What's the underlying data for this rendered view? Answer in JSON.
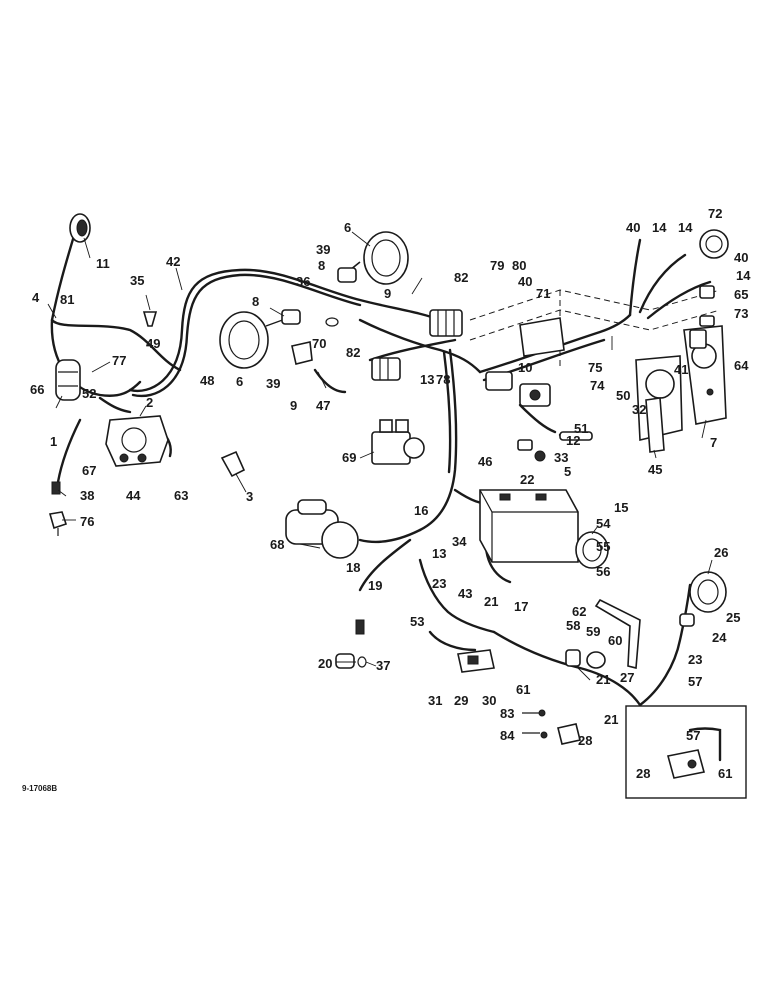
{
  "diagram": {
    "reference_code": "9-17068B",
    "callouts": [
      {
        "id": "c1",
        "text": "11"
      },
      {
        "id": "c2",
        "text": "4"
      },
      {
        "id": "c3",
        "text": "81"
      },
      {
        "id": "c4",
        "text": "35"
      },
      {
        "id": "c5",
        "text": "42"
      },
      {
        "id": "c6",
        "text": "77"
      },
      {
        "id": "c7",
        "text": "49"
      },
      {
        "id": "c8",
        "text": "52"
      },
      {
        "id": "c9",
        "text": "66"
      },
      {
        "id": "c10",
        "text": "48"
      },
      {
        "id": "c11",
        "text": "2"
      },
      {
        "id": "c12",
        "text": "1"
      },
      {
        "id": "c13",
        "text": "67"
      },
      {
        "id": "c14",
        "text": "44"
      },
      {
        "id": "c15",
        "text": "63"
      },
      {
        "id": "c16",
        "text": "3"
      },
      {
        "id": "c17",
        "text": "38"
      },
      {
        "id": "c18",
        "text": "76"
      },
      {
        "id": "c19",
        "text": "6"
      },
      {
        "id": "c20",
        "text": "39"
      },
      {
        "id": "c21",
        "text": "8"
      },
      {
        "id": "c22",
        "text": "36"
      },
      {
        "id": "c23",
        "text": "9"
      },
      {
        "id": "c24",
        "text": "82"
      },
      {
        "id": "c25",
        "text": "8"
      },
      {
        "id": "c26",
        "text": "70"
      },
      {
        "id": "c27",
        "text": "6"
      },
      {
        "id": "c28",
        "text": "39"
      },
      {
        "id": "c29",
        "text": "82"
      },
      {
        "id": "c30",
        "text": "9"
      },
      {
        "id": "c31",
        "text": "47"
      },
      {
        "id": "c32",
        "text": "13"
      },
      {
        "id": "c33",
        "text": "78"
      },
      {
        "id": "c34",
        "text": "79"
      },
      {
        "id": "c35",
        "text": "80"
      },
      {
        "id": "c36",
        "text": "40"
      },
      {
        "id": "c37",
        "text": "71"
      },
      {
        "id": "c38",
        "text": "10"
      },
      {
        "id": "c39",
        "text": "75"
      },
      {
        "id": "c40",
        "text": "74"
      },
      {
        "id": "c41",
        "text": "40"
      },
      {
        "id": "c42",
        "text": "14"
      },
      {
        "id": "c43",
        "text": "14"
      },
      {
        "id": "c44",
        "text": "72"
      },
      {
        "id": "c45",
        "text": "40"
      },
      {
        "id": "c46",
        "text": "14"
      },
      {
        "id": "c47",
        "text": "65"
      },
      {
        "id": "c48",
        "text": "73"
      },
      {
        "id": "c49",
        "text": "64"
      },
      {
        "id": "c50",
        "text": "41"
      },
      {
        "id": "c51",
        "text": "50"
      },
      {
        "id": "c52",
        "text": "32"
      },
      {
        "id": "c53",
        "text": "51"
      },
      {
        "id": "c54",
        "text": "12"
      },
      {
        "id": "c55",
        "text": "33"
      },
      {
        "id": "c56",
        "text": "5"
      },
      {
        "id": "c57",
        "text": "22"
      },
      {
        "id": "c58",
        "text": "7"
      },
      {
        "id": "c59",
        "text": "45"
      },
      {
        "id": "c60",
        "text": "69"
      },
      {
        "id": "c61",
        "text": "46"
      },
      {
        "id": "c62",
        "text": "15"
      },
      {
        "id": "c63",
        "text": "16"
      },
      {
        "id": "c64",
        "text": "68"
      },
      {
        "id": "c65",
        "text": "34"
      },
      {
        "id": "c66",
        "text": "54"
      },
      {
        "id": "c67",
        "text": "55"
      },
      {
        "id": "c68",
        "text": "56"
      },
      {
        "id": "c69",
        "text": "26"
      },
      {
        "id": "c70",
        "text": "13"
      },
      {
        "id": "c71",
        "text": "18"
      },
      {
        "id": "c72",
        "text": "19"
      },
      {
        "id": "c73",
        "text": "17"
      },
      {
        "id": "c74",
        "text": "23"
      },
      {
        "id": "c75",
        "text": "43"
      },
      {
        "id": "c76",
        "text": "21"
      },
      {
        "id": "c77",
        "text": "53"
      },
      {
        "id": "c78",
        "text": "62"
      },
      {
        "id": "c79",
        "text": "25"
      },
      {
        "id": "c80",
        "text": "24"
      },
      {
        "id": "c81",
        "text": "58"
      },
      {
        "id": "c82",
        "text": "59"
      },
      {
        "id": "c83",
        "text": "60"
      },
      {
        "id": "c84",
        "text": "23"
      },
      {
        "id": "c85",
        "text": "21"
      },
      {
        "id": "c86",
        "text": "27"
      },
      {
        "id": "c87",
        "text": "57"
      },
      {
        "id": "c88",
        "text": "20"
      },
      {
        "id": "c89",
        "text": "37"
      },
      {
        "id": "c90",
        "text": "31"
      },
      {
        "id": "c91",
        "text": "29"
      },
      {
        "id": "c92",
        "text": "30"
      },
      {
        "id": "c93",
        "text": "61"
      },
      {
        "id": "c94",
        "text": "83"
      },
      {
        "id": "c95",
        "text": "21"
      },
      {
        "id": "c96",
        "text": "84"
      },
      {
        "id": "c97",
        "text": "28"
      },
      {
        "id": "c98",
        "text": "57"
      },
      {
        "id": "c99",
        "text": "28"
      },
      {
        "id": "c100",
        "text": "61"
      }
    ]
  }
}
